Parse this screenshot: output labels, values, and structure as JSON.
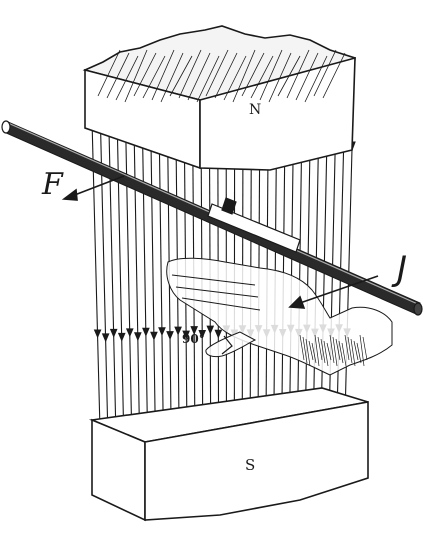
{
  "labels": {
    "north_pole": "N",
    "south_pole": "S",
    "force": "F",
    "current": "J",
    "angle": "90°"
  },
  "colors": {
    "ink": "#1a1a1a",
    "paper": "#ffffff"
  }
}
